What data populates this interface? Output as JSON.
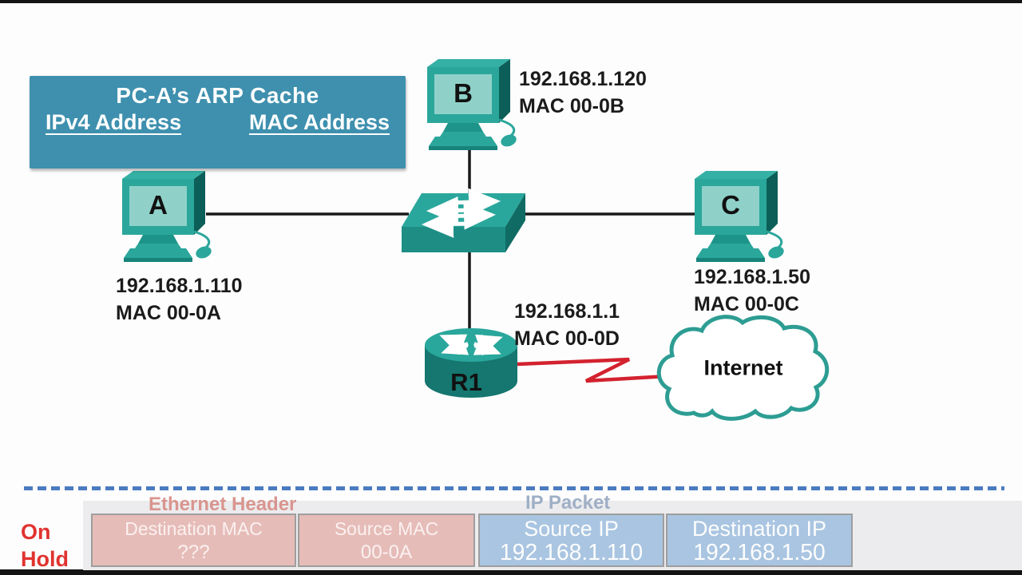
{
  "colors": {
    "panel-teal": "#3e90ae",
    "device-teal": "#2ba69b",
    "device-teal-mid": "#1d948a",
    "device-teal-dark": "#0c5f58",
    "device-screen": "#8fd1c9",
    "switch-top": "#2aa79c",
    "switch-front": "#1e8e85",
    "switch-side": "#0f6b64",
    "router-body": "#15776f",
    "cloud-teal": "#2d9d93",
    "link-black": "#1a1a1a",
    "serial-red": "#d3222e",
    "dash-blue": "#4a7bc0",
    "band-gray": "#ececee",
    "eth-pink": "#e6bcb8",
    "ip-blue": "#a9c5e1",
    "eth-label": "#d9958f",
    "ip-label": "#9fafc6",
    "box-border": "#9e9e9e",
    "hold-red": "#e0332f"
  },
  "arp_panel": {
    "title": "PC-A’s ARP Cache",
    "columns": [
      "IPv4 Address",
      "MAC Address"
    ]
  },
  "devices": {
    "pc_a": {
      "label": "A",
      "line1": "192.168.1.110",
      "line2": "MAC 00-0A"
    },
    "pc_b": {
      "label": "B",
      "line1": "192.168.1.120",
      "line2": "MAC 00-0B"
    },
    "pc_c": {
      "label": "C",
      "line1": "192.168.1.50",
      "line2": "MAC 00-0C"
    },
    "router": {
      "label": "R1",
      "line1": "192.168.1.1",
      "line2": "MAC 00-0D"
    },
    "internet": {
      "label": "Internet"
    }
  },
  "packet": {
    "ethernet_header": {
      "title": "Ethernet Header",
      "fields": [
        {
          "name": "Destination MAC",
          "value": "???"
        },
        {
          "name": "Source MAC",
          "value": "00-0A"
        }
      ]
    },
    "ip_packet": {
      "title": "IP Packet",
      "fields": [
        {
          "name": "Source IP",
          "value": "192.168.1.110"
        },
        {
          "name": "Destination IP",
          "value": "192.168.1.50"
        }
      ]
    }
  },
  "status": {
    "label": "On Hold"
  }
}
